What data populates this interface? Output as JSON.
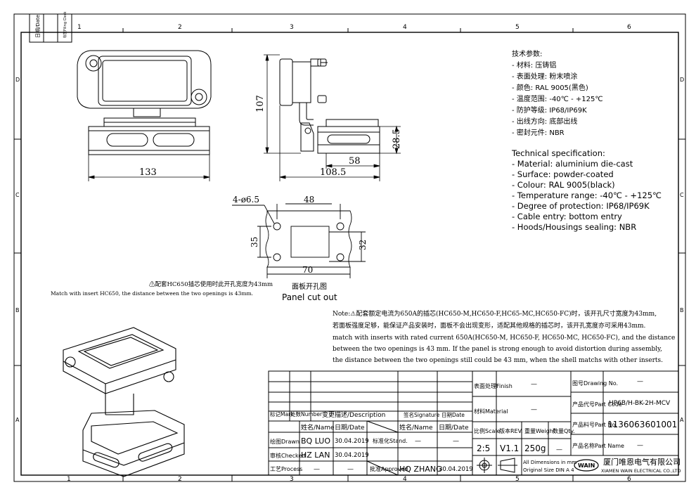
{
  "border": {
    "cols": [
      "1",
      "2",
      "3",
      "4",
      "5",
      "6"
    ],
    "rows": [
      "D",
      "C",
      "B",
      "A"
    ],
    "side_labels": [
      "日期/Date",
      "标签Filing Clerk"
    ]
  },
  "dimensions": {
    "width_front": "133",
    "height_side": "107",
    "depth_side": "108.5",
    "depth_inner": "58",
    "height_small": "28.5"
  },
  "cutout": {
    "holes_label": "4-ø6.5",
    "top_dim": "48",
    "bottom_dim": "70",
    "left_dim": "35",
    "right_dim": "32",
    "title_cn": "面板开孔图",
    "title_en": "Panel cut out"
  },
  "tech_cn": {
    "title": "技术参数:",
    "lines": [
      "- 材料: 压铸铝",
      "- 表面处理: 粉末喷涂",
      "- 颜色: RAL 9005(黑色)",
      "- 温度范围: -40℃ - +125℃",
      "- 防护等级: IP68/IP69K",
      "- 出线方向: 底部出线",
      "- 密封元件: NBR"
    ]
  },
  "tech_en": {
    "title": "Technical specification:",
    "lines": [
      "- Material: aluminium die-cast",
      "- Surface: powder-coated",
      "- Colour: RAL 9005(black)",
      "- Temperature range: -40℃ - +125℃",
      "- Degree of protection: IP68/IP69K",
      "- Cable entry: bottom entry",
      "- Hoods/Housings sealing: NBR"
    ]
  },
  "note_small": {
    "cn": "配套HC650插芯使用时此开孔宽度为43mm",
    "en": "Match with insert HC650, the distance between the two openings is 43mm."
  },
  "note_main": {
    "lines": [
      "Note:⚠配套额定电流为650A的插芯(HC650-M,HC650-F,HC65-MC,HC650-FC)时，该开孔尺寸宽度为43mm,",
      "若面板强度足够，能保证产品安装时，面板不会出现变形，适配其他规格的插芯时，该开孔宽度亦可采用43mm.",
      "match with inserts with rated current 650A(HC650-M, HC650-F, HC650-MC, HC650-FC), and the distance",
      "between the two openings is 43 mm. If the panel is strong enough to avoid distortion during assembly,",
      "the distance between the two openings still could be 43 mm, when the shell matchs with other inserts."
    ]
  },
  "title_block": {
    "mark": "标记Mark",
    "number": "处数Number",
    "description": "变更描述/Description",
    "signature": "签名Signature",
    "date": "日期Date",
    "name_date_header": "姓名/Name",
    "date_header": "日期/Date",
    "std_header": "姓名/Name",
    "std_date_header": "日期/Date",
    "drawn": "绘图Drawn",
    "drawn_name": "BQ LUO",
    "drawn_date": "30.04.2019",
    "checked": "审核Checked",
    "checked_name": "HZ LAN",
    "checked_date": "30.04.2019",
    "process": "工艺Process",
    "process_name": "—",
    "process_date": "—",
    "stand": "标准化Stand.",
    "stand_name": "—",
    "stand_date": "—",
    "approved": "批准Approved",
    "approved_name": "HQ ZHANG",
    "approved_date": "30.04.2019",
    "finish_label": "表面处理Finish",
    "finish_value": "—",
    "material_label": "材料Material",
    "material_value": "—",
    "scale_label": "比例Scale",
    "rev_label": "版本REV.",
    "weight_label": "重量Weight",
    "qty_label": "数量Qty.",
    "scale_value": "2:5",
    "rev_value": "V1.1",
    "weight_value": "250g",
    "qty_value": "—",
    "dims_note_1": "All Dimensions in mm",
    "dims_note_2": "Original Size DIN A 4",
    "drawing_no_label": "图号Drawing No.",
    "drawing_no_value": "—",
    "part_code_label": "产品代号Part Code",
    "part_code_value": "HP6B/H-BK-2H-MCV",
    "part_no_label": "产品料号Part No.",
    "part_no_value": "1136063601001",
    "part_name_label": "产品名称Part Name",
    "part_name_value": "—",
    "company_cn": "厦门唯恩电气有限公司",
    "company_en": "XIAMEN WAIN ELECTRICAL CO.,LTD",
    "logo_text": "WAIN"
  }
}
